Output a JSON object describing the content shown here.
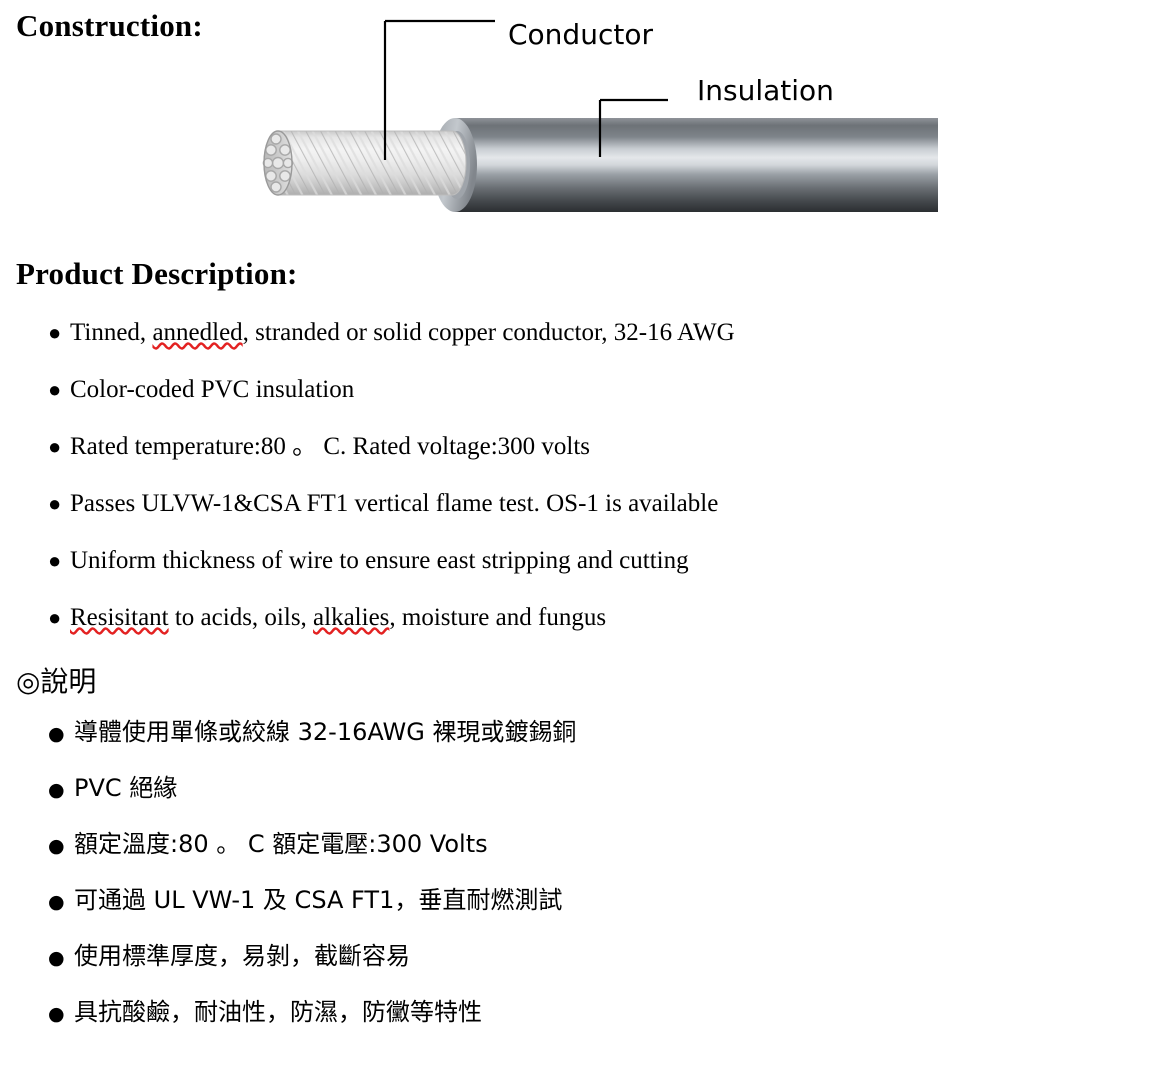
{
  "document": {
    "sections": {
      "construction_heading": "Construction:",
      "product_description_heading": "Product Description:",
      "chinese_heading": "◎說明"
    },
    "diagram": {
      "name": "wire-cable-cutaway",
      "labels": {
        "conductor": "Conductor",
        "insulation": "Insulation"
      },
      "colors": {
        "conductor_light": "#f2f2f2",
        "conductor_mid": "#d8d8d8",
        "conductor_dark": "#b5b5b5",
        "insulation_highlight": "#e8eaec",
        "insulation_mid": "#8b9095",
        "insulation_dark": "#2e3134",
        "leader_line": "#000000"
      }
    },
    "english_bullets": [
      {
        "marker": "●",
        "segments": [
          {
            "text": "Tinned, ",
            "misspelled": false
          },
          {
            "text": "annedled",
            "misspelled": true
          },
          {
            "text": ", stranded or solid copper conductor, 32-16 AWG",
            "misspelled": false
          }
        ]
      },
      {
        "marker": "●",
        "segments": [
          {
            "text": "Color-coded PVC insulation",
            "misspelled": false
          }
        ]
      },
      {
        "marker": "●",
        "segments": [
          {
            "text": "Rated temperature:80 。 C. Rated voltage:300 volts",
            "misspelled": false
          }
        ]
      },
      {
        "marker": "●",
        "segments": [
          {
            "text": "Passes ULVW-1&CSA FT1 vertical flame test. OS-1 is available",
            "misspelled": false
          }
        ]
      },
      {
        "marker": "●",
        "segments": [
          {
            "text": "Uniform thickness of wire to ensure east stripping and cutting",
            "misspelled": false
          }
        ]
      },
      {
        "marker": "●",
        "segments": [
          {
            "text": "Resisitant",
            "misspelled": true
          },
          {
            "text": " to acids, oils, ",
            "misspelled": false
          },
          {
            "text": "alkalies",
            "misspelled": true
          },
          {
            "text": ", moisture and fungus",
            "misspelled": false
          }
        ]
      }
    ],
    "chinese_bullets": [
      {
        "marker": "●",
        "segments": [
          {
            "text": "導體使用單條或絞線 32-16AWG 裸現或鍍錫銅",
            "misspelled": false
          }
        ]
      },
      {
        "marker": "●",
        "segments": [
          {
            "text": "PVC 絕緣",
            "misspelled": false
          }
        ]
      },
      {
        "marker": "●",
        "segments": [
          {
            "text": "額定溫度:80 。 C 額定電壓:300 Volts",
            "misspelled": false
          }
        ]
      },
      {
        "marker": "●",
        "segments": [
          {
            "text": "可通過 UL VW-1 及 CSA FT1，垂直耐燃測試",
            "misspelled": false
          }
        ]
      },
      {
        "marker": "●",
        "segments": [
          {
            "text": "使用標準厚度，易剝，截斷容易",
            "misspelled": false
          }
        ]
      },
      {
        "marker": "●",
        "segments": [
          {
            "text": "具抗酸鹼，耐油性，防濕，防黴等特性",
            "misspelled": false
          }
        ]
      }
    ]
  }
}
